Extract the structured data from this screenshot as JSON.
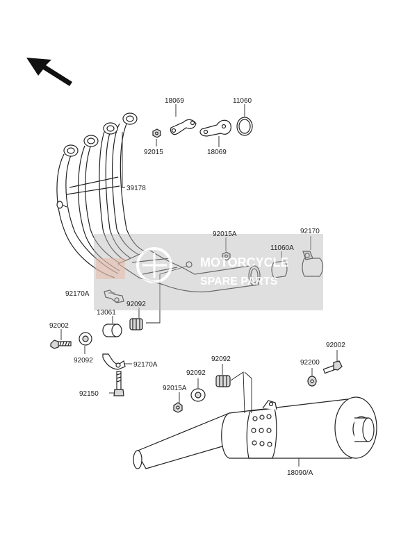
{
  "labels": {
    "l18069a": "18069",
    "l11060": "11060",
    "l92015": "92015",
    "l18069b": "18069",
    "l39178": "39178",
    "l92015A_top": "92015A",
    "l92170": "92170",
    "l11060A": "11060A",
    "l92170A_top": "92170A",
    "l92092_mid": "92092",
    "l13061": "13061",
    "l92002_left": "92002",
    "l92092_left": "92092",
    "l92170A_bot": "92170A",
    "l92150": "92150",
    "l92092_a": "92092",
    "l92092_b": "92092",
    "l92015A_bot": "92015A",
    "l92002_right": "92002",
    "l92200": "92200",
    "l18090A": "18090/A"
  },
  "watermark": {
    "line1": "MOTORCYCLE",
    "line2": "SPARE PARTS",
    "color": "#b0b0b0"
  },
  "icons": {
    "direction_arrow": "front-direction-arrow-icon"
  }
}
